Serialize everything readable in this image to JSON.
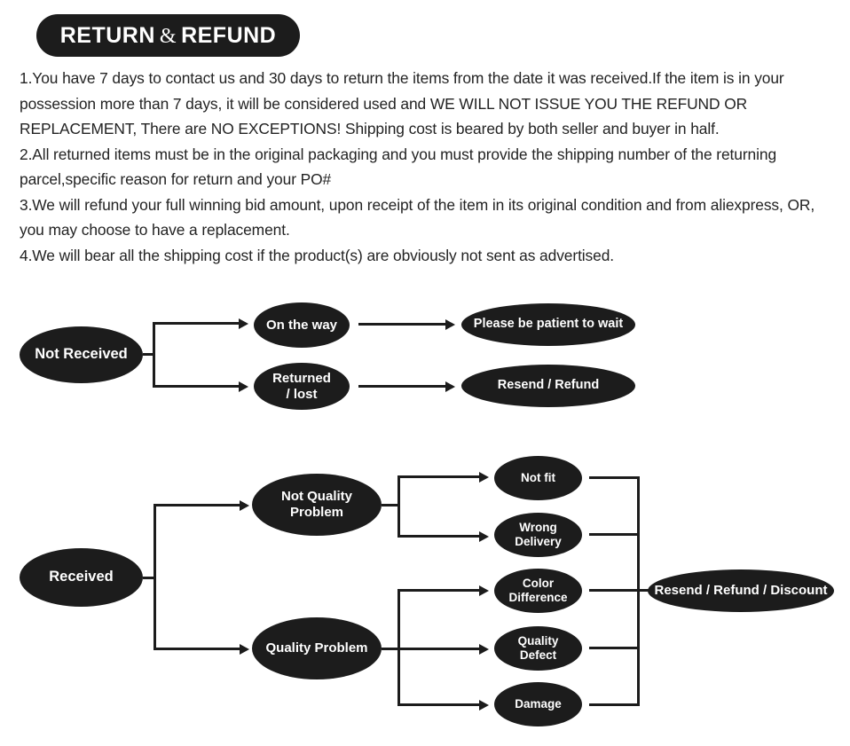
{
  "header": {
    "title_main": "RETURN",
    "title_amp": "&",
    "title_sub": "REFUND"
  },
  "policy": {
    "items": [
      "1.You have 7 days to contact us and 30 days to return the items from the date it was received.If the item is in your possession more than 7 days, it will be considered used and WE WILL NOT ISSUE YOU THE REFUND OR REPLACEMENT, There are NO EXCEPTIONS! Shipping cost is beared by both seller and buyer in half.",
      "2.All returned items must be in the original packaging and you must provide the shipping number of the returning parcel,specific reason for return and your PO#",
      "3.We will refund your full winning bid amount, upon receipt of the item in its original condition and from aliexpress, OR, you may choose to have a replacement.",
      "4.We will bear all the shipping cost if the product(s) are obviously not sent as advertised."
    ]
  },
  "flowchart_not_received": {
    "root": "Not Received",
    "branches": [
      {
        "stage": "On the way",
        "outcome": "Please be patient to wait"
      },
      {
        "stage": "Returned\n/  lost",
        "outcome": "Resend / Refund"
      }
    ]
  },
  "flowchart_received": {
    "root": "Received",
    "branches": [
      {
        "stage": "Not Quality Problem",
        "reasons": [
          "Not fit",
          "Wrong\nDelivery"
        ]
      },
      {
        "stage": "Quality Problem",
        "reasons": [
          "Color\nDifference",
          "Quality\nDefect",
          "Damage"
        ]
      }
    ],
    "final": "Resend / Refund / Discount"
  },
  "colors": {
    "node_fill": "#1c1c1c",
    "node_text": "#ffffff",
    "line": "#1c1c1c",
    "background": "#ffffff",
    "body_text": "#232323"
  }
}
